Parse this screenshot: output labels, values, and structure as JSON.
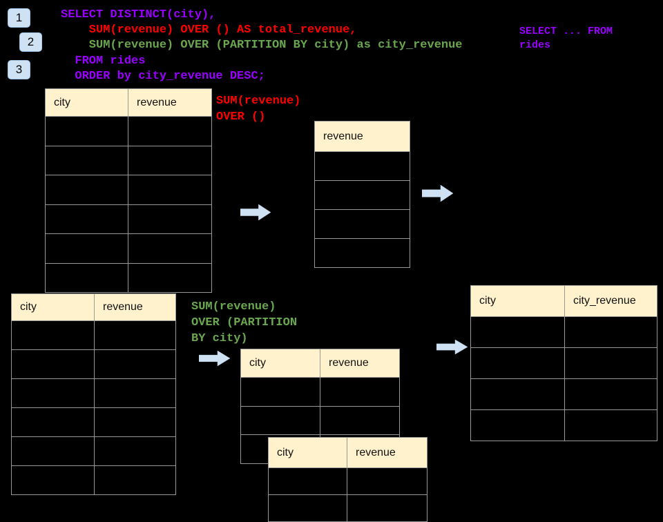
{
  "badges": {
    "items": [
      "1",
      "2",
      "3"
    ]
  },
  "code": {
    "lines": [
      {
        "text": "SELECT DISTINCT(city),",
        "color": "purple"
      },
      {
        "text": "    SUM(revenue) OVER () AS total_revenue,",
        "color": "red"
      },
      {
        "text": "    SUM(revenue) OVER (PARTITION BY city) as city_revenue",
        "color": "green"
      },
      {
        "text": "  FROM rides",
        "color": "purple"
      },
      {
        "text": "  ORDER by city_revenue DESC;",
        "color": "purple"
      }
    ]
  },
  "side_note": {
    "lines": [
      {
        "text": "SELECT ... FROM",
        "color": "purple"
      },
      {
        "text": "rides",
        "color": "purple"
      }
    ]
  },
  "annotations": {
    "total_revenue_label": {
      "lines": [
        {
          "text": "SUM(revenue)",
          "color": "red"
        },
        {
          "text": "OVER ()",
          "color": "red"
        }
      ]
    },
    "partition_label": {
      "lines": [
        {
          "text": "SUM(revenue)",
          "color": "green"
        },
        {
          "text": "OVER (PARTITION",
          "color": "green"
        },
        {
          "text": "BY city)",
          "color": "green"
        }
      ]
    }
  },
  "tables": {
    "source_top": {
      "headers": [
        "city",
        "revenue"
      ],
      "empty_rows": 6
    },
    "total_result": {
      "headers": [
        "revenue"
      ],
      "empty_rows": 4
    },
    "source_bottom": {
      "headers": [
        "city",
        "revenue"
      ],
      "empty_rows": 6
    },
    "partition_mid": {
      "headers": [
        "city",
        "revenue"
      ],
      "empty_rows": 3
    },
    "partition_overlay": {
      "headers": [
        "city",
        "revenue"
      ],
      "empty_rows": 2
    },
    "result_right": {
      "headers": [
        "city",
        "city_revenue"
      ],
      "empty_rows": 4
    }
  },
  "colors": {
    "purple": "#9900ff",
    "red": "#ff0000",
    "green": "#6aa84f",
    "table_header_fill": "#fff2cc",
    "table_border": "#999999",
    "arrow_fill": "#cfe2f3",
    "badge_fill": "#cfe2f3"
  }
}
